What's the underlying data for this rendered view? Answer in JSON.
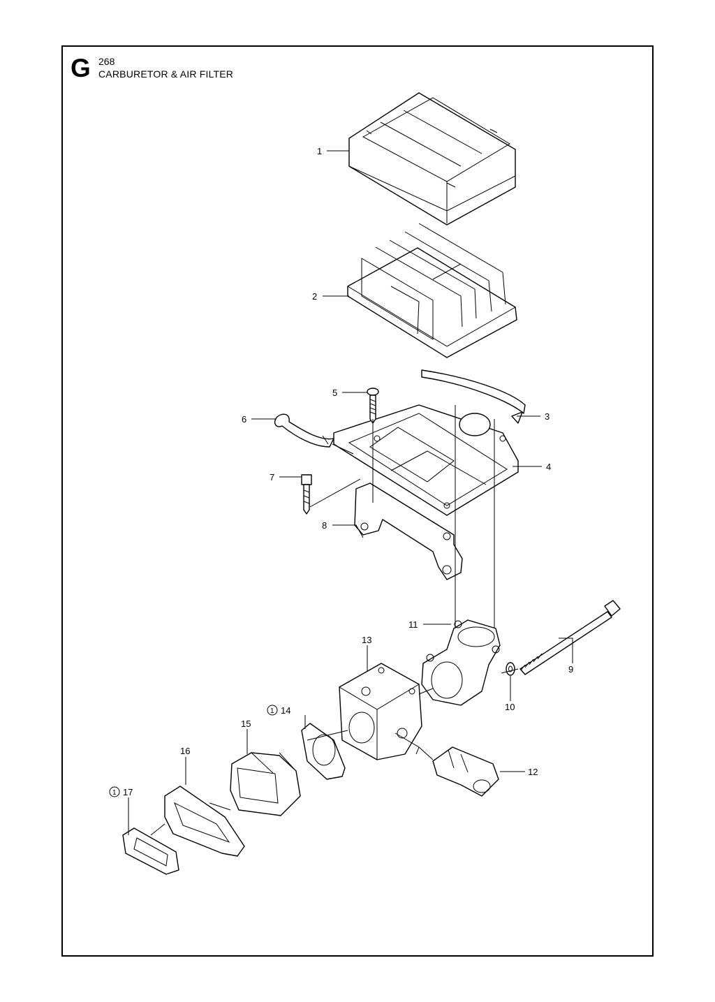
{
  "header": {
    "section_letter": "G",
    "model_number": "268",
    "title": "CARBURETOR & AIR FILTER"
  },
  "note_symbol": "1",
  "callouts": [
    {
      "id": "c1",
      "label": "1"
    },
    {
      "id": "c2",
      "label": "2"
    },
    {
      "id": "c3",
      "label": "3"
    },
    {
      "id": "c4",
      "label": "4"
    },
    {
      "id": "c5",
      "label": "5"
    },
    {
      "id": "c6",
      "label": "6"
    },
    {
      "id": "c7",
      "label": "7"
    },
    {
      "id": "c8",
      "label": "8"
    },
    {
      "id": "c9",
      "label": "9"
    },
    {
      "id": "c10",
      "label": "10"
    },
    {
      "id": "c11",
      "label": "11"
    },
    {
      "id": "c12",
      "label": "12"
    },
    {
      "id": "c13",
      "label": "13"
    },
    {
      "id": "c14",
      "label": "14",
      "note": true
    },
    {
      "id": "c15",
      "label": "15"
    },
    {
      "id": "c16",
      "label": "16"
    },
    {
      "id": "c17",
      "label": "17",
      "note": true
    }
  ]
}
